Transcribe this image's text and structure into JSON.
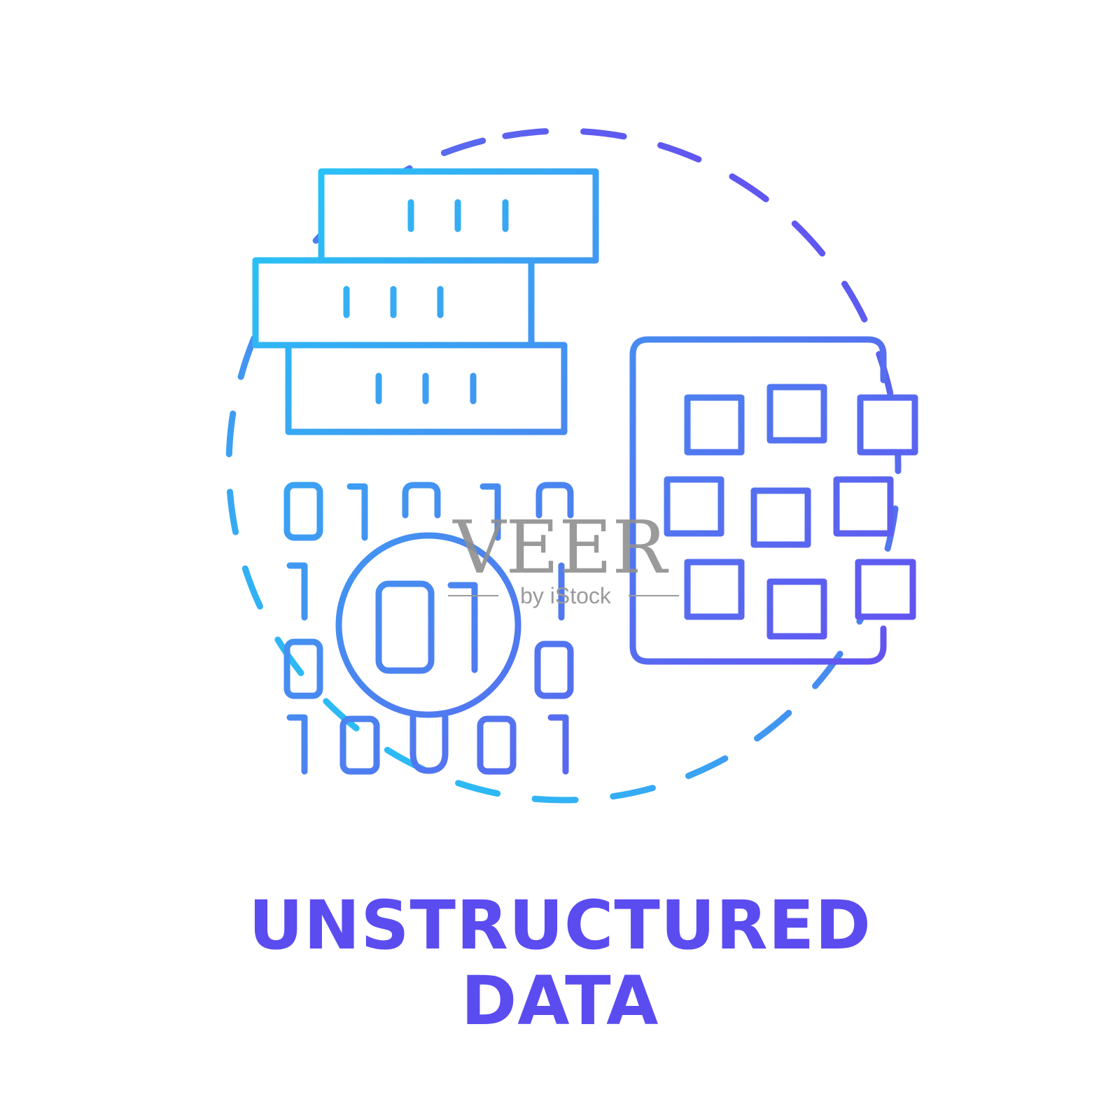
{
  "caption": {
    "line1": "UNSTRUCTURED",
    "line2": "DATA"
  },
  "watermark": {
    "brand": "VEER",
    "sub": "by iStock"
  },
  "binary": {
    "row1": [
      "0",
      "1",
      "0",
      "1",
      "0"
    ],
    "row2": [
      "1",
      "1"
    ],
    "row3": [
      "0",
      "0"
    ],
    "row4": [
      "1",
      "0",
      "0",
      "0",
      "1"
    ],
    "highlight": "01"
  },
  "icons": {
    "main": "unstructured-data-icon",
    "server": "server-stack-icon",
    "binary": "binary-code-icon",
    "grid": "scattered-blocks-icon",
    "lens": "magnifier-circle-icon"
  },
  "colors": {
    "gradient_start": "#25c8f5",
    "gradient_mid": "#4a8af0",
    "gradient_end": "#6a4cf0",
    "caption": "#5b4cf0",
    "watermark": "#8a8a8a"
  }
}
